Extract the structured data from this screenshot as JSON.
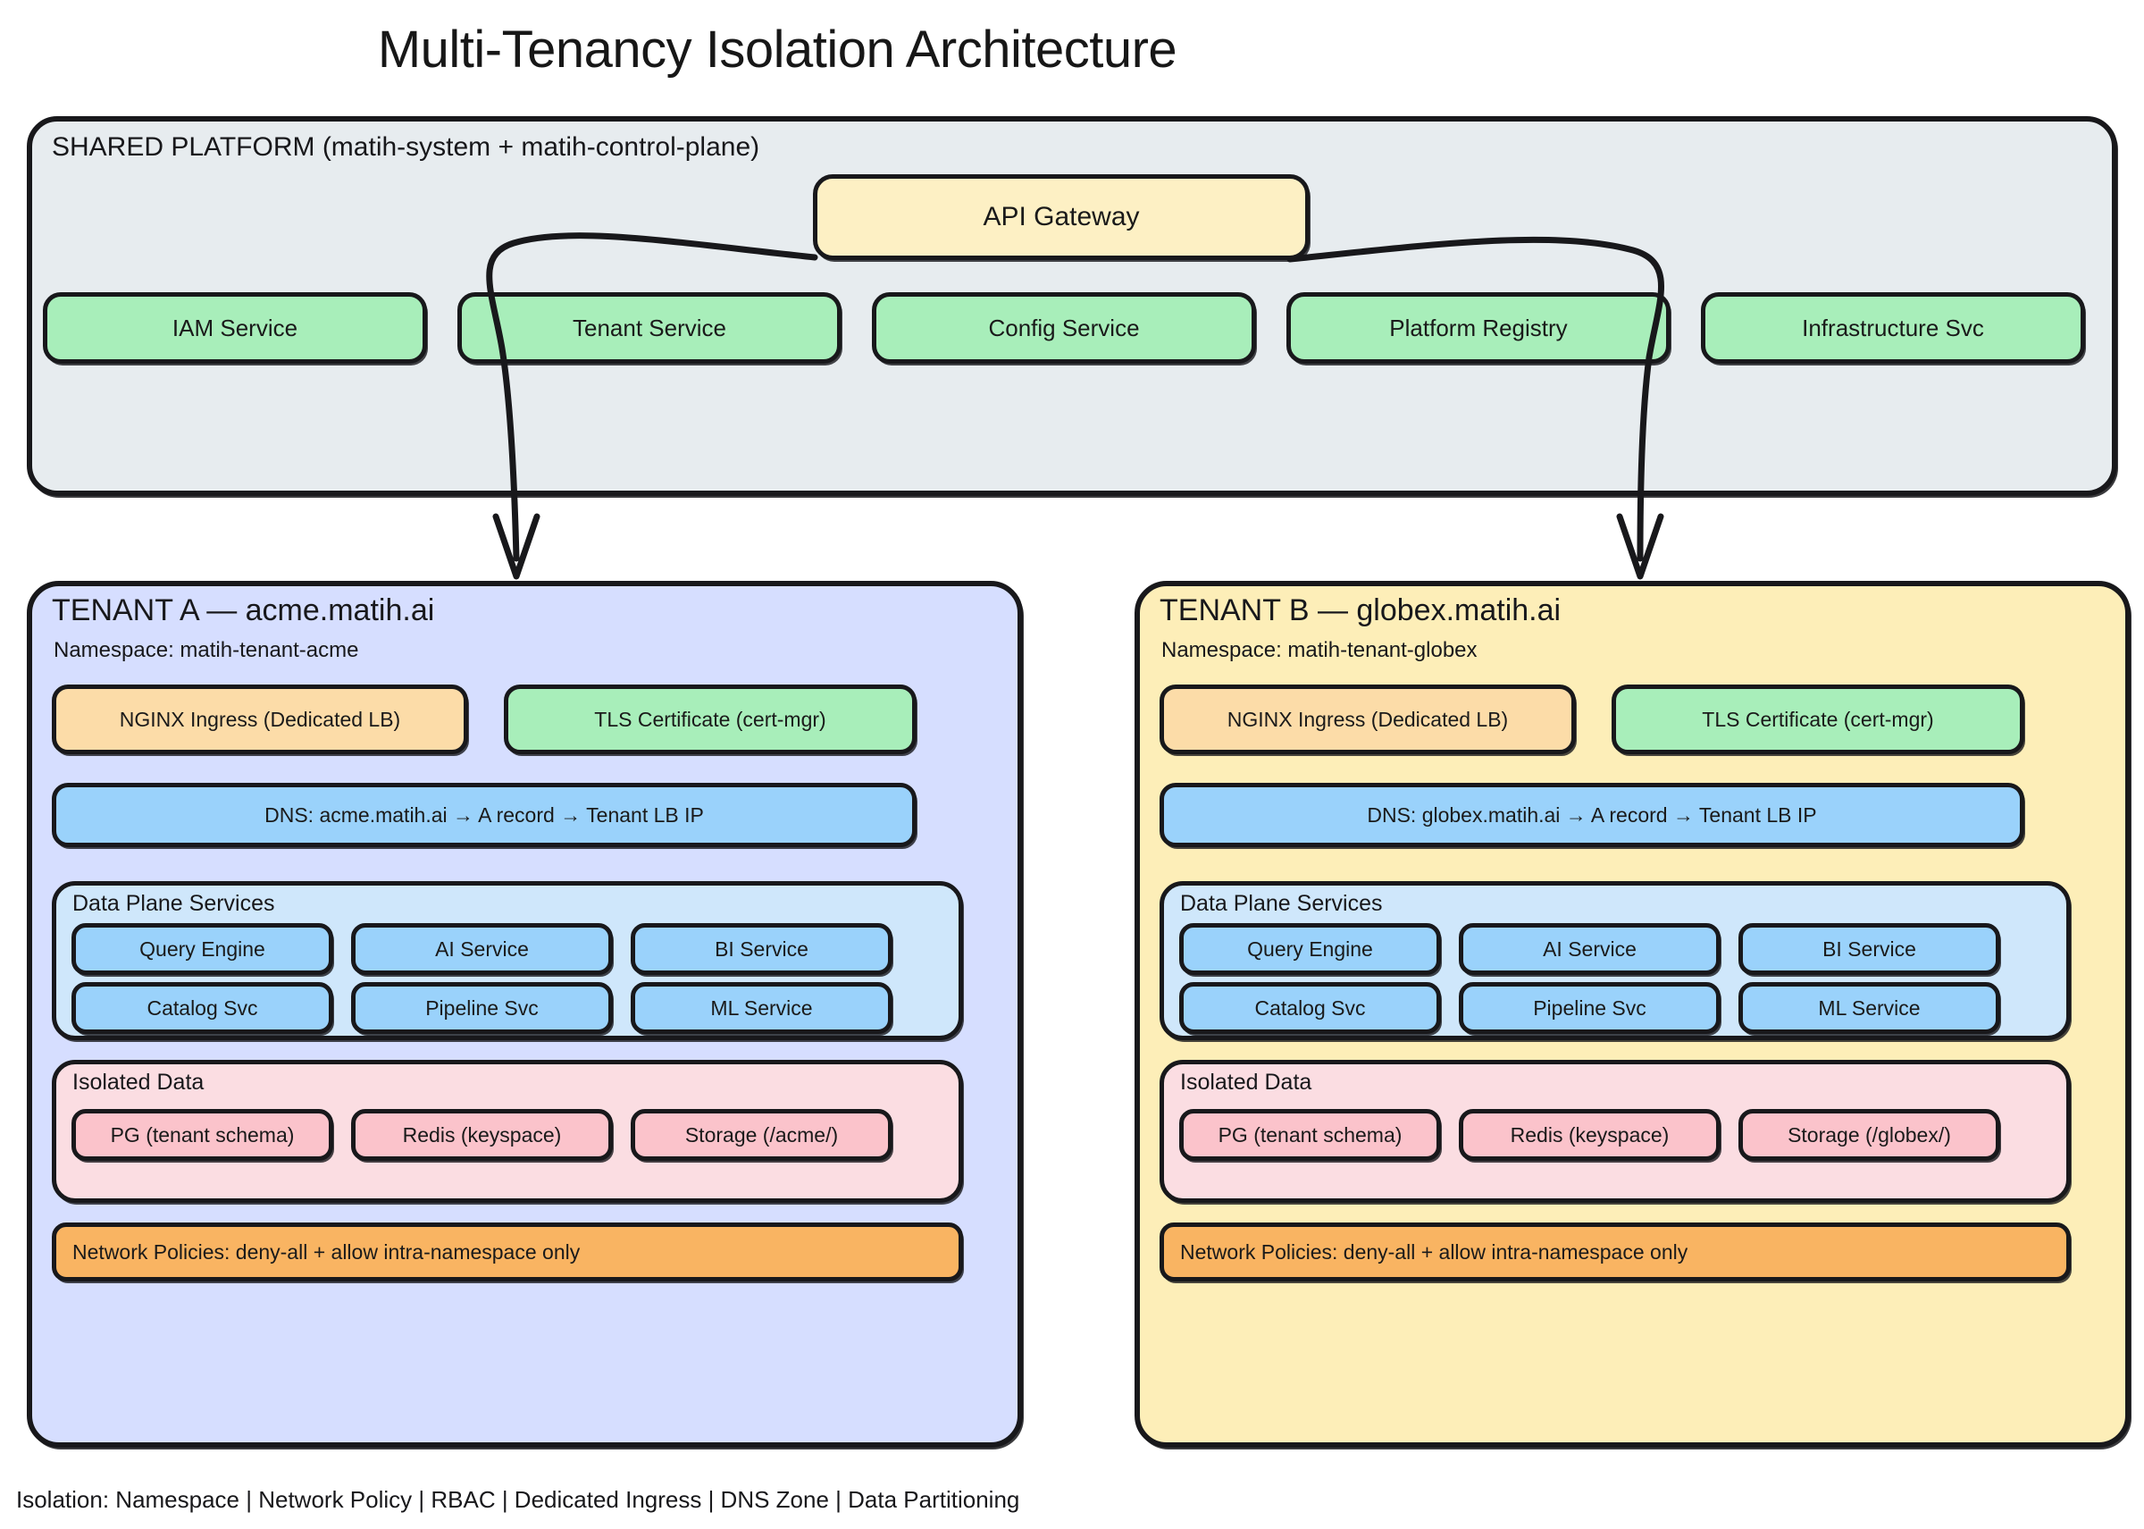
{
  "title": "Multi-Tenancy Isolation Architecture",
  "shared_platform": {
    "label": "SHARED PLATFORM (matih-system + matih-control-plane)",
    "gateway": "API Gateway",
    "services": [
      "IAM Service",
      "Tenant Service",
      "Config Service",
      "Platform Registry",
      "Infrastructure Svc"
    ]
  },
  "tenants": [
    {
      "title": "TENANT A — acme.matih.ai",
      "namespace": "Namespace: matih-tenant-acme",
      "ingress": "NGINX Ingress (Dedicated LB)",
      "tls": "TLS Certificate (cert-mgr)",
      "dns": "DNS: acme.matih.ai → A record → Tenant LB IP",
      "dataplane_label": "Data Plane Services",
      "dataplane": [
        "Query Engine",
        "AI Service",
        "BI Service",
        "Catalog Svc",
        "Pipeline Svc",
        "ML Service"
      ],
      "isolated_label": "Isolated Data",
      "isolated": [
        "PG (tenant schema)",
        "Redis (keyspace)",
        "Storage (/acme/)"
      ],
      "netpol": "Network Policies: deny-all + allow intra-namespace only"
    },
    {
      "title": "TENANT B — globex.matih.ai",
      "namespace": "Namespace: matih-tenant-globex",
      "ingress": "NGINX Ingress (Dedicated LB)",
      "tls": "TLS Certificate (cert-mgr)",
      "dns": "DNS: globex.matih.ai → A record → Tenant LB IP",
      "dataplane_label": "Data Plane Services",
      "dataplane": [
        "Query Engine",
        "AI Service",
        "BI Service",
        "Catalog Svc",
        "Pipeline Svc",
        "ML Service"
      ],
      "isolated_label": "Isolated Data",
      "isolated": [
        "PG (tenant schema)",
        "Redis (keyspace)",
        "Storage (/globex/)"
      ],
      "netpol": "Network Policies: deny-all + allow intra-namespace only"
    }
  ],
  "footer": "Isolation: Namespace | Network Policy | RBAC | Dedicated Ingress | DNS Zone | Data Partitioning",
  "colors": {
    "shared_platform_bg": "#e7ecef",
    "gateway_bg": "#fdf0c4",
    "platform_service_bg": "#a8eeba",
    "tenant_a_bg": "#d6deff",
    "tenant_b_bg": "#fdeeb8",
    "ingress_bg": "#fcdca8",
    "tls_bg": "#a8eeba",
    "dns_bg": "#9ad2fb",
    "dataplane_group_bg": "#cfe7fb",
    "dataplane_cell_bg": "#9ad2fb",
    "isolated_group_bg": "#fbdde2",
    "isolated_cell_bg": "#fbc3cb",
    "netpol_bg": "#f9b462",
    "stroke": "#18181b"
  }
}
